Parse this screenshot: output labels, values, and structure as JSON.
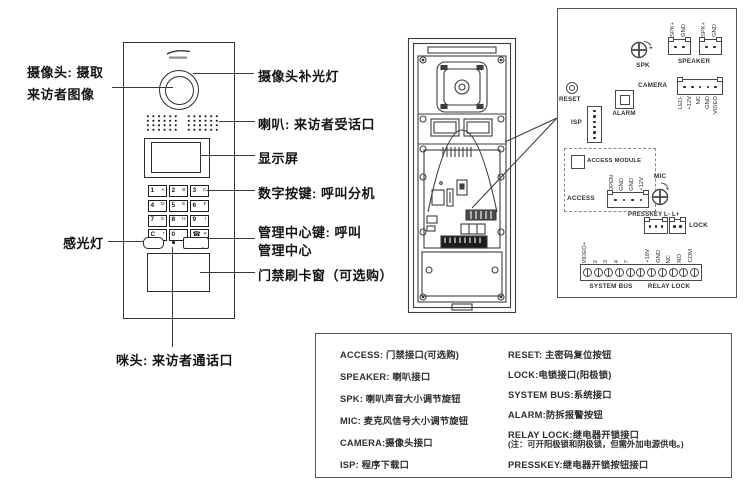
{
  "front_panel": {
    "logo_icon": "brand-swoosh-logo",
    "keypad_keys": [
      {
        "main": "1",
        "sub": "A"
      },
      {
        "main": "2",
        "sub": "B"
      },
      {
        "main": "3",
        "sub": "C"
      },
      {
        "main": "4",
        "sub": "D"
      },
      {
        "main": "5",
        "sub": "E"
      },
      {
        "main": "6",
        "sub": "F"
      },
      {
        "main": "7",
        "sub": "G"
      },
      {
        "main": "8",
        "sub": "H"
      },
      {
        "main": "9",
        "sub": "I"
      },
      {
        "main": "C",
        "sub": "*"
      },
      {
        "main": "0",
        "sub": ""
      },
      {
        "main": "☎",
        "sub": "#"
      }
    ],
    "call_button_glyph": "*"
  },
  "callouts": {
    "camera_line1": "摄像头: 摄取",
    "camera_line2": "来访者图像",
    "light_sensor": "感光灯",
    "mic": "咪头: 来访者通话口",
    "fill_light": "摄像头补光灯",
    "speaker": "喇叭: 来访者受话口",
    "display": "显示屏",
    "keypad": "数字按键: 呼叫分机",
    "mgmt_line1": "管理中心键: 呼叫",
    "mgmt_line2": "管理中心",
    "card_window": "门禁刷卡窗（可选购）"
  },
  "pcb": {
    "spk_label": "SPK",
    "speaker_label": "SPEAKER",
    "speaker_pins": [
      "SPK+",
      "GND",
      "SPK+",
      "GND"
    ],
    "reset_label": "RESET",
    "camera_label": "CAMERA",
    "camera_pins": [
      "LED-",
      "+12V",
      "NC",
      "GND",
      "VIDEO"
    ],
    "isp_label": "ISP",
    "alarm_label": "ALARM",
    "access_module_label": "ACCESS MODULE",
    "access_label": "ACCESS",
    "access_pins": [
      "OPEN",
      "GND",
      "GND",
      "+12V"
    ],
    "mic_label": "MIC",
    "presskey_label": "PRESSKEY L- L+",
    "lock_label": "LOCK",
    "terminal_pins": [
      "VIDEO+",
      "2",
      "3",
      "4",
      "7",
      "",
      "+18V",
      "GND",
      "NC",
      "NO",
      "COM"
    ],
    "system_bus_label": "SYSTEM BUS",
    "relay_lock_label": "RELAY LOCK"
  },
  "legend": {
    "left": [
      "ACCESS: 门禁接口(可选购)",
      "SPEAKER: 喇叭接口",
      "SPK: 喇叭声音大小调节旋钮",
      "MIC: 麦克风信号大小调节旋钮",
      "CAMERA:摄像头接口",
      "ISP: 程序下载口"
    ],
    "right": [
      "RESET: 主密码复位按钮",
      "LOCK:电锁接口(阳极锁)",
      "SYSTEM BUS:系统接口",
      "ALARM:防拆报警按钮",
      "RELAY LOCK:继电器开锁接口",
      "PRESSKEY:继电器开锁按钮接口"
    ],
    "relay_note": "(注：可开阳极锁和阴极锁，但需外加电源供电。)"
  }
}
